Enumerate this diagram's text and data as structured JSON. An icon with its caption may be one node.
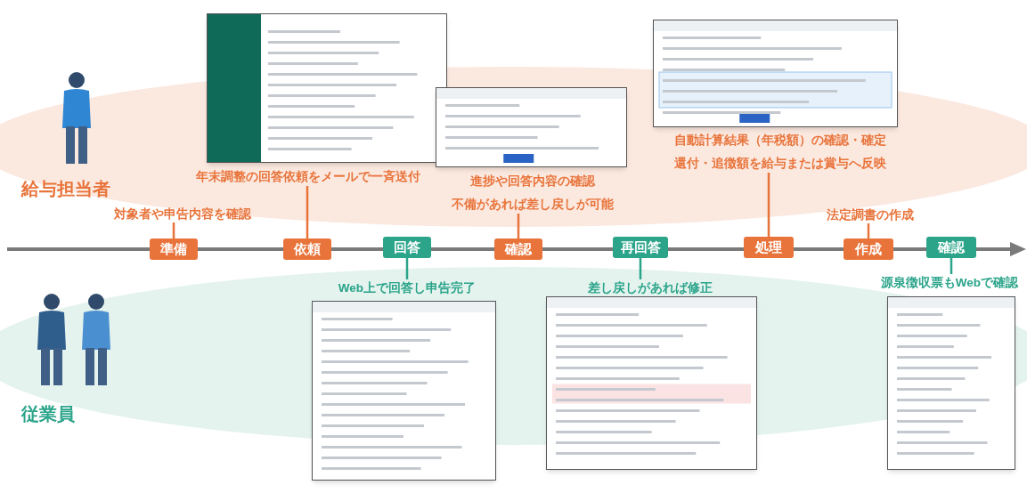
{
  "diagram": {
    "nodes": [
      {
        "text": [
          "準備"
        ]
      },
      {
        "text": [
          "対象者や申告内容を確認"
        ]
      },
      {
        "text": [
          "依頼"
        ]
      },
      {
        "text": [
          "年末調整の回答依頼をメールで一斉送付"
        ]
      },
      {
        "text": [
          "回答"
        ]
      },
      {
        "text": [
          "Web上で回答し申告完了"
        ]
      },
      {
        "text": [
          "確認"
        ]
      },
      {
        "text": [
          "進捗や回答内容の確認",
          "不備があれば差し戻しが可能"
        ]
      },
      {
        "text": [
          "再回答"
        ]
      },
      {
        "text": [
          "差し戻しがあれば修正"
        ]
      },
      {
        "text": [
          "処理"
        ]
      },
      {
        "text": [
          "自動計算結果（年税額）の確認・確定",
          "還付・追徴額を給与または賞与へ反映"
        ]
      },
      {
        "text": [
          "作成"
        ]
      },
      {
        "text": [
          "法定調書の作成"
        ]
      },
      {
        "text": [
          "確認"
        ]
      },
      {
        "text": [
          "源泉徴収票もWebで確認"
        ]
      },
      {
        "text": [],
        "shape": "picture"
      },
      {
        "text": [],
        "shape": "picture"
      },
      {
        "text": [],
        "shape": "picture"
      },
      {
        "text": [],
        "shape": "picture"
      },
      {
        "text": [],
        "shape": "picture"
      },
      {
        "text": [],
        "shape": "picture"
      },
      {
        "text": [],
        "shape": "person",
        "beside": [
          "給与担当者"
        ]
      },
      {
        "text": [],
        "shape": "person",
        "beside": [
          "従業員"
        ]
      }
    ],
    "edges": [
      {
        "from": 0,
        "to": 1,
        "arrow": "none"
      },
      {
        "from": 2,
        "to": 3,
        "arrow": "none"
      },
      {
        "from": 4,
        "to": 5,
        "arrow": "none",
        "color": "#2ba48a"
      },
      {
        "from": 6,
        "to": 7,
        "arrow": "none"
      },
      {
        "from": 8,
        "to": 9,
        "arrow": "none",
        "color": "#2ba48a"
      },
      {
        "from": 10,
        "to": 11,
        "arrow": "none"
      },
      {
        "from": 12,
        "to": 13,
        "arrow": "none"
      },
      {
        "from": 14,
        "to": 15,
        "arrow": "none",
        "color": "#2ba48a"
      }
    ]
  }
}
